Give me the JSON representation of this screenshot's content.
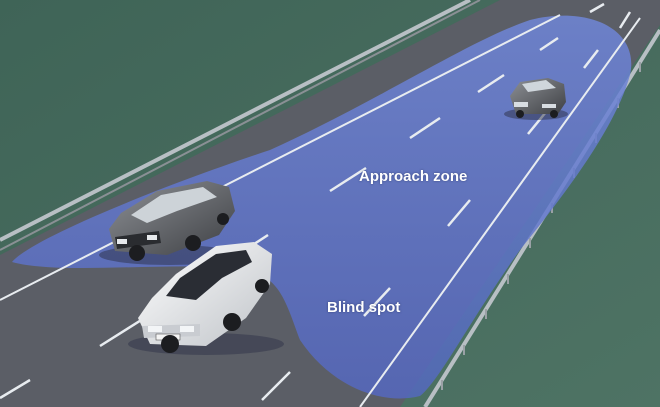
{
  "labels": {
    "approach_zone": "Approach zone",
    "blind_spot": "Blind spot"
  },
  "colors": {
    "grass": "#466a5e",
    "road": "#5b5e66",
    "zone": "#5a72c8",
    "lane_marking": "#e8ecf0",
    "guardrail": "#b8bfc4"
  },
  "vehicles": [
    {
      "name": "ego-car",
      "color": "silver-white"
    },
    {
      "name": "adjacent-car",
      "color": "dark-grey"
    },
    {
      "name": "approaching-car",
      "color": "dark-grey"
    }
  ]
}
